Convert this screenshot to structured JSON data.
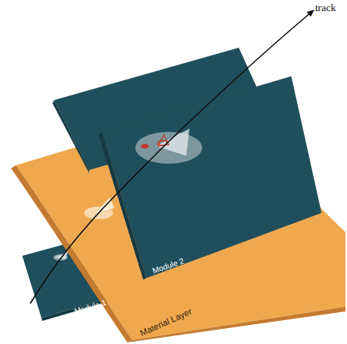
{
  "diagram": {
    "labels": [
      "track",
      "Module 2",
      "Module 1",
      "Material Layer"
    ]
  }
}
